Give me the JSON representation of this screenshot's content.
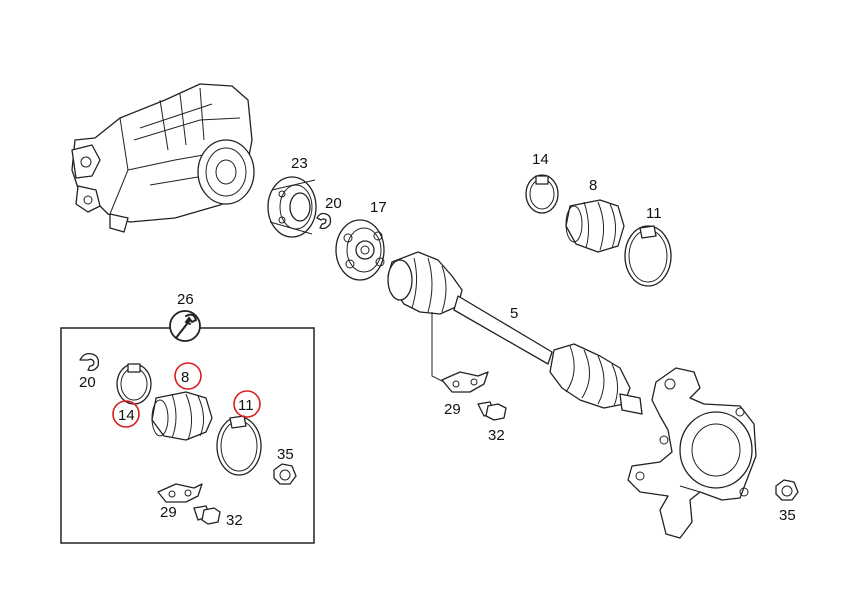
{
  "labels": {
    "p23": "23",
    "p20_top": "20",
    "p17": "17",
    "p14_top": "14",
    "p8_top": "8",
    "p11_top": "11",
    "p5": "5",
    "p26": "26",
    "p20_kit": "20",
    "p8_kit": "8",
    "p14_kit": "14",
    "p11_kit": "11",
    "p35_kit": "35",
    "p29_kit": "29",
    "p32_kit": "32",
    "p29_main": "29",
    "p32_main": "32",
    "p35_main": "35"
  },
  "highlighted_parts": [
    "8",
    "14",
    "11"
  ],
  "highlight_color": "#d9201f"
}
